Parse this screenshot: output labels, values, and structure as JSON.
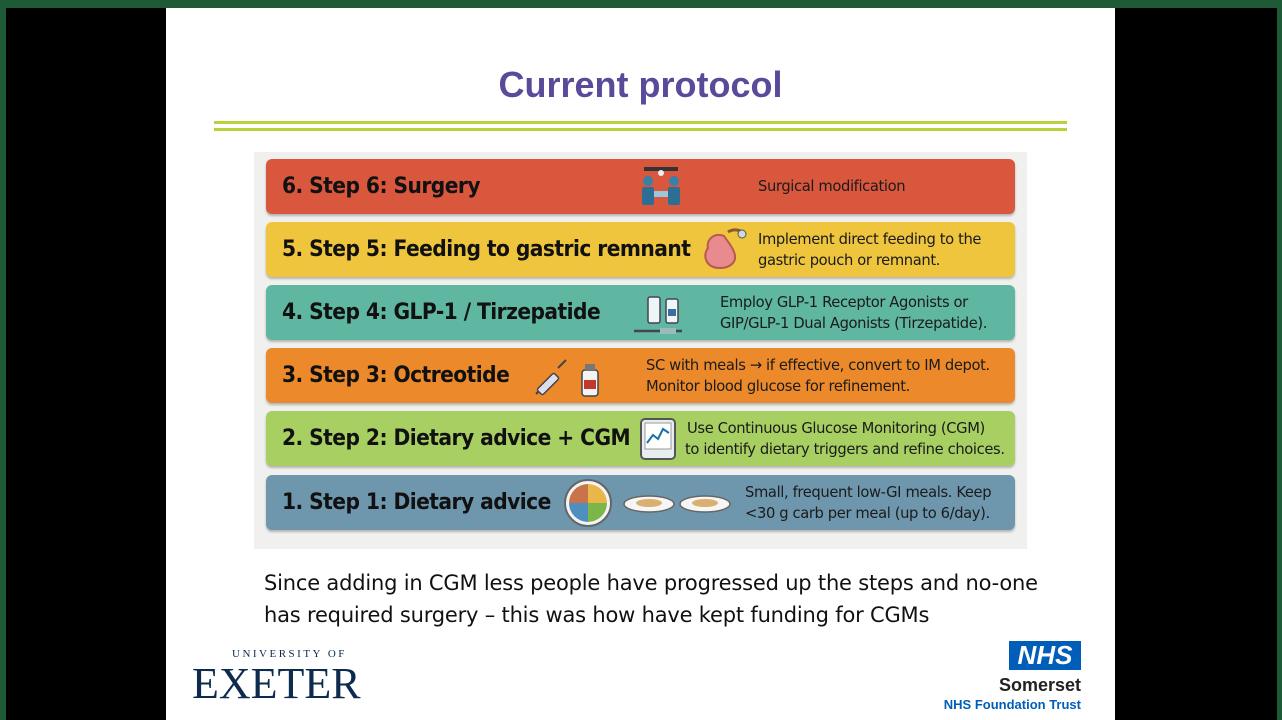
{
  "slide": {
    "title": "Current protocol",
    "steps": [
      {
        "title": "6. Step 6: Surgery",
        "desc": [
          "Surgical modification"
        ],
        "color": "#d9573d"
      },
      {
        "title": "5. Step 5: Feeding to gastric remnant",
        "desc": [
          "Implement direct feeding to the",
          "gastric pouch or remnant."
        ],
        "color": "#efc53d"
      },
      {
        "title": "4. Step 4: GLP-1 / Tirzepatide",
        "desc": [
          "Employ GLP-1 Receptor Agonists or",
          "GIP/GLP-1 Dual Agonists (Tirzepatide)."
        ],
        "color": "#5fb6a1"
      },
      {
        "title": "3. Step 3: Octreotide",
        "desc": [
          "SC with meals → if effective, convert to IM depot.",
          "Monitor blood glucose for refinement."
        ],
        "color": "#ec8a2b"
      },
      {
        "title": "2. Step 2: Dietary advice + CGM",
        "desc": [
          "Use Continuous Glucose Monitoring (CGM)",
          "to identify dietary triggers and refine choices."
        ],
        "color": "#a8cf62"
      },
      {
        "title": "1. Step 1: Dietary advice",
        "desc": [
          "Small, frequent low-GI meals. Keep",
          "<30 g carb per meal (up to 6/day)."
        ],
        "color": "#6e97ad"
      }
    ],
    "caption": "Since adding in CGM less people have progressed up the steps and no-one has required surgery – this was how have kept funding for CGMs",
    "logos": {
      "exeter_top": "UNIVERSITY OF",
      "exeter_main": "EXETER",
      "nhs": "NHS",
      "nhs_org": "Somerset",
      "nhs_trust": "NHS Foundation Trust"
    },
    "colors": {
      "title": "#5b4a9a",
      "rule": "#b9d23c",
      "nhs_blue": "#005eb8"
    }
  }
}
